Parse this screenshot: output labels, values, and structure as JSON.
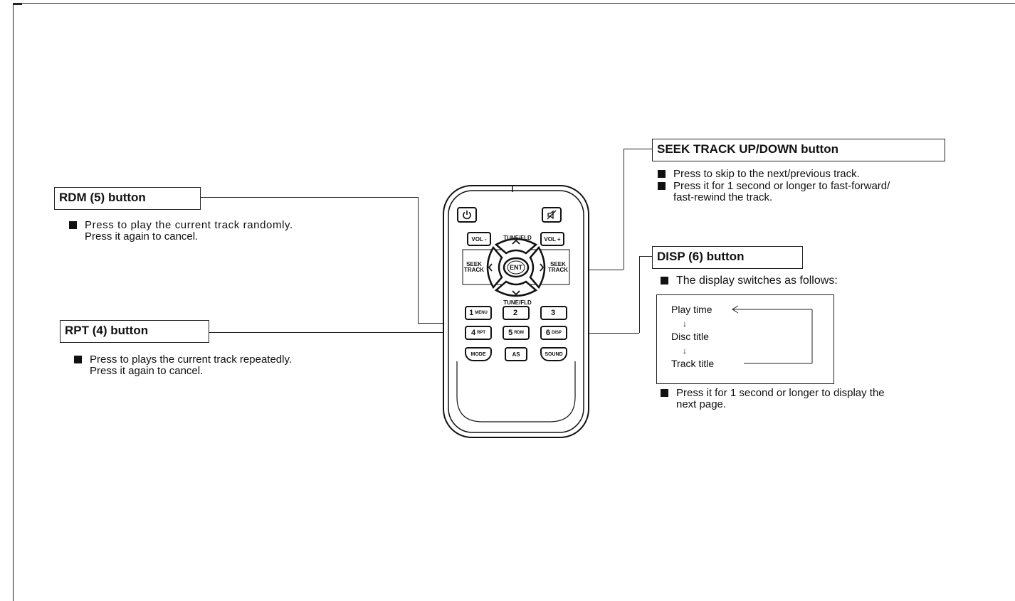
{
  "rdm": {
    "title": "RDM (5) button",
    "bullets": [
      "Press to play the current track randomly.",
      "Press it again to cancel."
    ]
  },
  "rpt": {
    "title": "RPT (4) button",
    "bullets": [
      "Press to plays the current track repeatedly.",
      "Press it again to cancel."
    ]
  },
  "seek": {
    "title": "SEEK TRACK UP/DOWN button",
    "bullets": [
      "Press to skip to the next/previous track.",
      "Press it for 1 second or longer to fast-forward/",
      "fast-rewind the track."
    ]
  },
  "disp": {
    "title": "DISP (6) button",
    "intro": "The display switches as follows:",
    "cycle": [
      "Play time",
      "Disc title",
      "Track title"
    ],
    "note_line1": "Press it for 1 second or longer to display the",
    "note_line2": "next page."
  },
  "remote": {
    "vol_minus": "VOL -",
    "vol_plus": "VOL +",
    "tune_fld_top": "TUNE/FLD",
    "tune_fld_bottom": "TUNE/FLD",
    "seek_left_1": "SEEK",
    "seek_left_2": "TRACK",
    "seek_right_1": "SEEK",
    "seek_right_2": "TRACK",
    "ent": "ENT",
    "btn1": "1",
    "btn1_sub": "MENU",
    "btn2": "2",
    "btn3": "3",
    "btn4": "4",
    "btn4_sub": "RPT",
    "btn5": "5",
    "btn5_sub": "RDM",
    "btn6": "6",
    "btn6_sub": "DISP",
    "mode": "MODE",
    "as": "AS",
    "sound": "SOUND"
  }
}
